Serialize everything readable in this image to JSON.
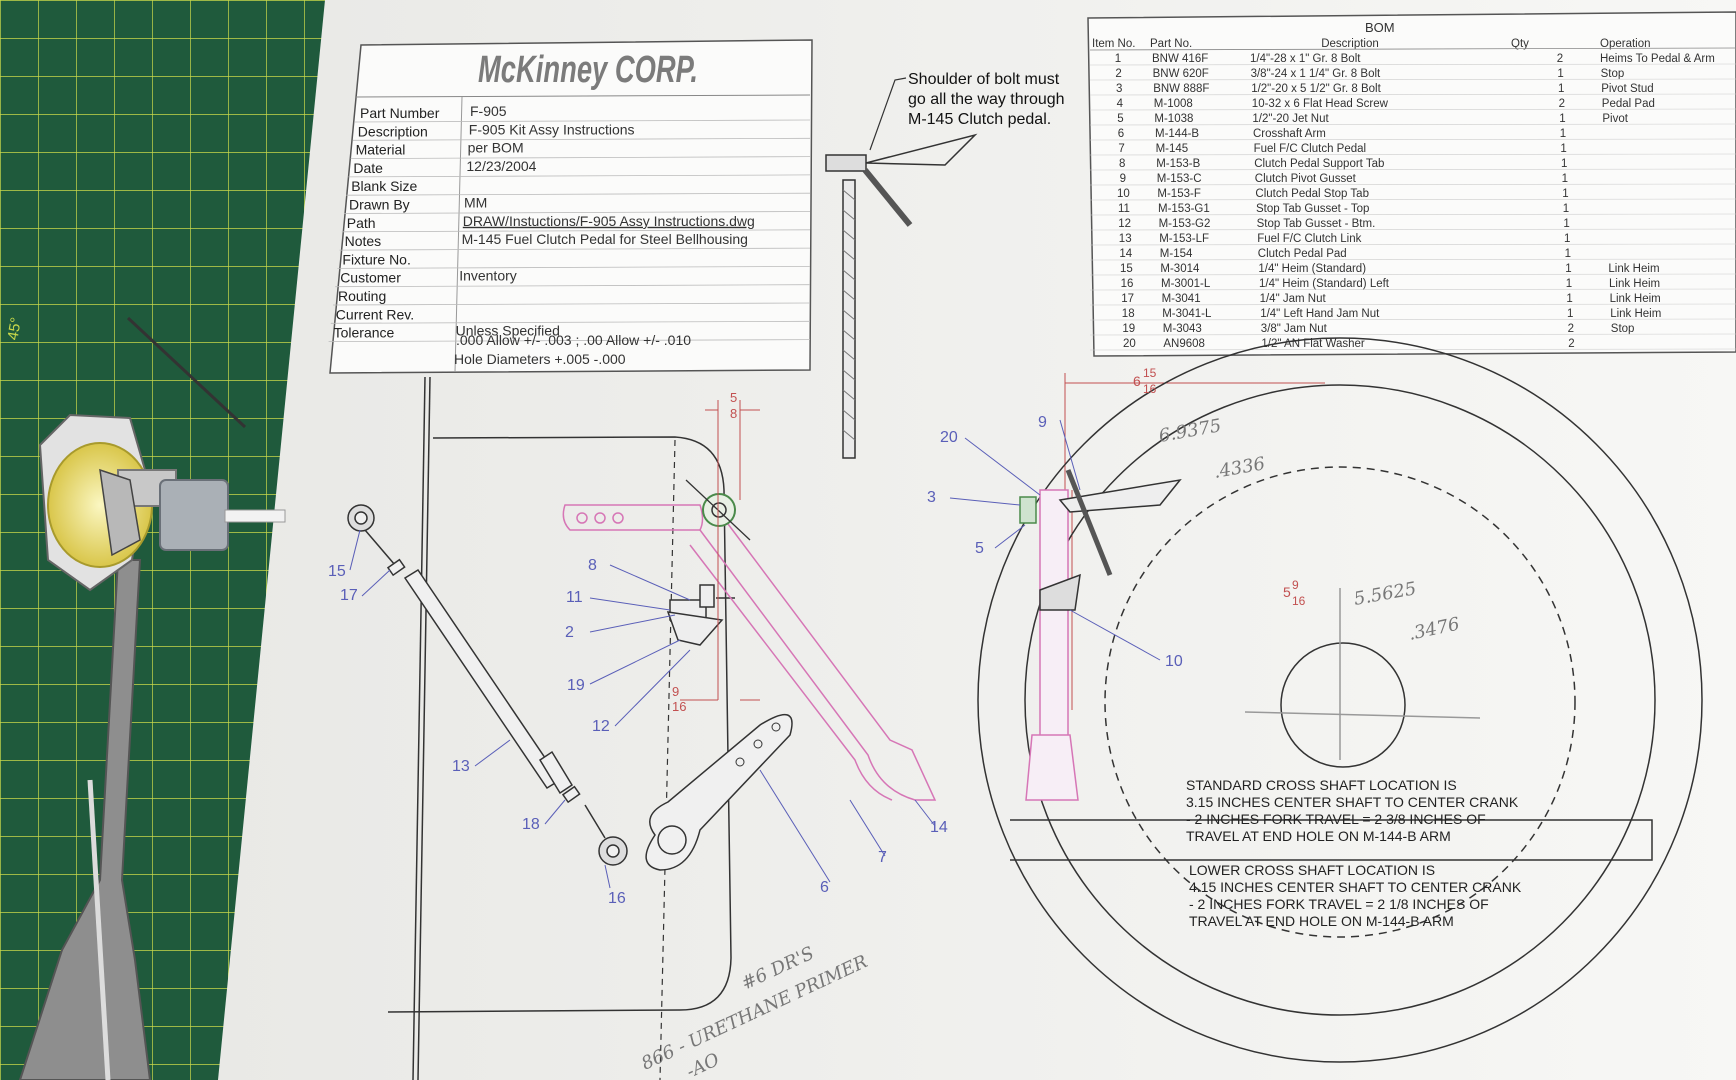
{
  "title_block": {
    "logo": "McKinney CORP.",
    "rows": [
      {
        "label": "Part Number",
        "value": "F-905"
      },
      {
        "label": "Description",
        "value": "F-905 Kit Assy Instructions"
      },
      {
        "label": "Material",
        "value": "per BOM"
      },
      {
        "label": "Date",
        "value": "12/23/2004"
      },
      {
        "label": "Blank Size",
        "value": ""
      },
      {
        "label": "Drawn By",
        "value": "MM"
      },
      {
        "label": "Path",
        "value": "DRAW/Instuctions/F-905 Assy Instructions.dwg"
      },
      {
        "label": "Notes",
        "value": "M-145 Fuel Clutch Pedal for Steel Bellhousing"
      },
      {
        "label": "Fixture No.",
        "value": ""
      },
      {
        "label": "Customer",
        "value": "Inventory"
      },
      {
        "label": "Routing",
        "value": ""
      },
      {
        "label": "Current Rev.",
        "value": ""
      },
      {
        "label": "Tolerance",
        "value": "Unless Specified"
      }
    ],
    "tolerance_line2": ".000 Allow +/- .003 ; .00 Allow +/- .010",
    "tolerance_line3": "Hole Diameters +.005 -.000"
  },
  "bom": {
    "title": "BOM",
    "headers": [
      "Item No.",
      "Part No.",
      "Description",
      "Qty",
      "Operation"
    ],
    "rows": [
      [
        "1",
        "BNW 416F",
        "1/4\"-28 x 1\" Gr. 8 Bolt",
        "2",
        "Heims To Pedal & Arm"
      ],
      [
        "2",
        "BNW 620F",
        "3/8\"-24 x 1 1/4\" Gr. 8 Bolt",
        "1",
        "Stop"
      ],
      [
        "3",
        "BNW 888F",
        "1/2\"-20 x 5 1/2\" Gr. 8 Bolt",
        "1",
        "Pivot Stud"
      ],
      [
        "4",
        "M-1008",
        "10-32 x 6 Flat Head Screw",
        "2",
        "Pedal Pad"
      ],
      [
        "5",
        "M-1038",
        "1/2\"-20 Jet Nut",
        "1",
        "Pivot"
      ],
      [
        "6",
        "M-144-B",
        "Crosshaft Arm",
        "1",
        ""
      ],
      [
        "7",
        "M-145",
        "Fuel F/C Clutch Pedal",
        "1",
        ""
      ],
      [
        "8",
        "M-153-B",
        "Clutch Pedal Support Tab",
        "1",
        ""
      ],
      [
        "9",
        "M-153-C",
        "Clutch Pivot Gusset",
        "1",
        ""
      ],
      [
        "10",
        "M-153-F",
        "Clutch Pedal Stop Tab",
        "1",
        ""
      ],
      [
        "11",
        "M-153-G1",
        "Stop Tab Gusset - Top",
        "1",
        ""
      ],
      [
        "12",
        "M-153-G2",
        "Stop Tab Gusset - Btm.",
        "1",
        ""
      ],
      [
        "13",
        "M-153-LF",
        "Fuel F/C Clutch Link",
        "1",
        ""
      ],
      [
        "14",
        "M-154",
        "Clutch Pedal Pad",
        "1",
        ""
      ],
      [
        "15",
        "M-3014",
        "1/4\" Heim (Standard)",
        "1",
        "Link Heim"
      ],
      [
        "16",
        "M-3001-L",
        "1/4\" Heim (Standard) Left",
        "1",
        "Link Heim"
      ],
      [
        "17",
        "M-3041",
        "1/4\" Jam Nut",
        "1",
        "Link Heim"
      ],
      [
        "18",
        "M-3041-L",
        "1/4\" Left Hand Jam Nut",
        "1",
        "Link Heim"
      ],
      [
        "19",
        "M-3043",
        "3/8\" Jam Nut",
        "2",
        "Stop"
      ],
      [
        "20",
        "AN9608",
        "1/2\" AN Flat Washer",
        "2",
        ""
      ]
    ]
  },
  "shoulder_note": [
    "Shoulder of bolt must",
    "go all the way through",
    "M-145 Clutch pedal."
  ],
  "callouts": [
    "15",
    "17",
    "13",
    "18",
    "16",
    "8",
    "11",
    "2",
    "19",
    "12",
    "6",
    "7",
    "14",
    "20",
    "9",
    "3",
    "5",
    "10"
  ],
  "dimensions": {
    "top_left": {
      "whole": "",
      "num": "5",
      "den": "8"
    },
    "mid_left": {
      "whole": "",
      "num": "9",
      "den": "16"
    },
    "top_right": {
      "whole": "6",
      "num": "15",
      "den": "16"
    },
    "vertical": {
      "whole": "5",
      "num": "9",
      "den": "16"
    }
  },
  "handwritten": [
    "6.9375",
    ".4336",
    "5.5625",
    ".3476",
    "#6 DR'S",
    "866 - URETHANE PRIMER",
    "-AO"
  ],
  "notes": [
    "STANDARD CROSS SHAFT LOCATION IS",
    "3.15 INCHES CENTER SHAFT TO CENTER CRANK",
    "- 2 INCHES FORK TRAVEL = 2 3/8 INCHES OF",
    "TRAVEL AT END HOLE ON M-144-B ARM",
    "LOWER CROSS SHAFT LOCATION IS",
    "4.15 INCHES CENTER SHAFT TO CENTER CRANK",
    "- 2 INCHES FORK TRAVEL = 2 1/8 INCHES OF",
    "TRAVEL AT END HOLE ON M-144-B ARM"
  ],
  "mat_marking": "45°",
  "colors": {
    "mat_green": "#1f5a3c",
    "grid_yellow": "#c9d84a",
    "paper": "#f4f4f2",
    "callout_blue": "#5a5fb8",
    "pink": "#d676b6",
    "red_dim": "#c25050"
  }
}
